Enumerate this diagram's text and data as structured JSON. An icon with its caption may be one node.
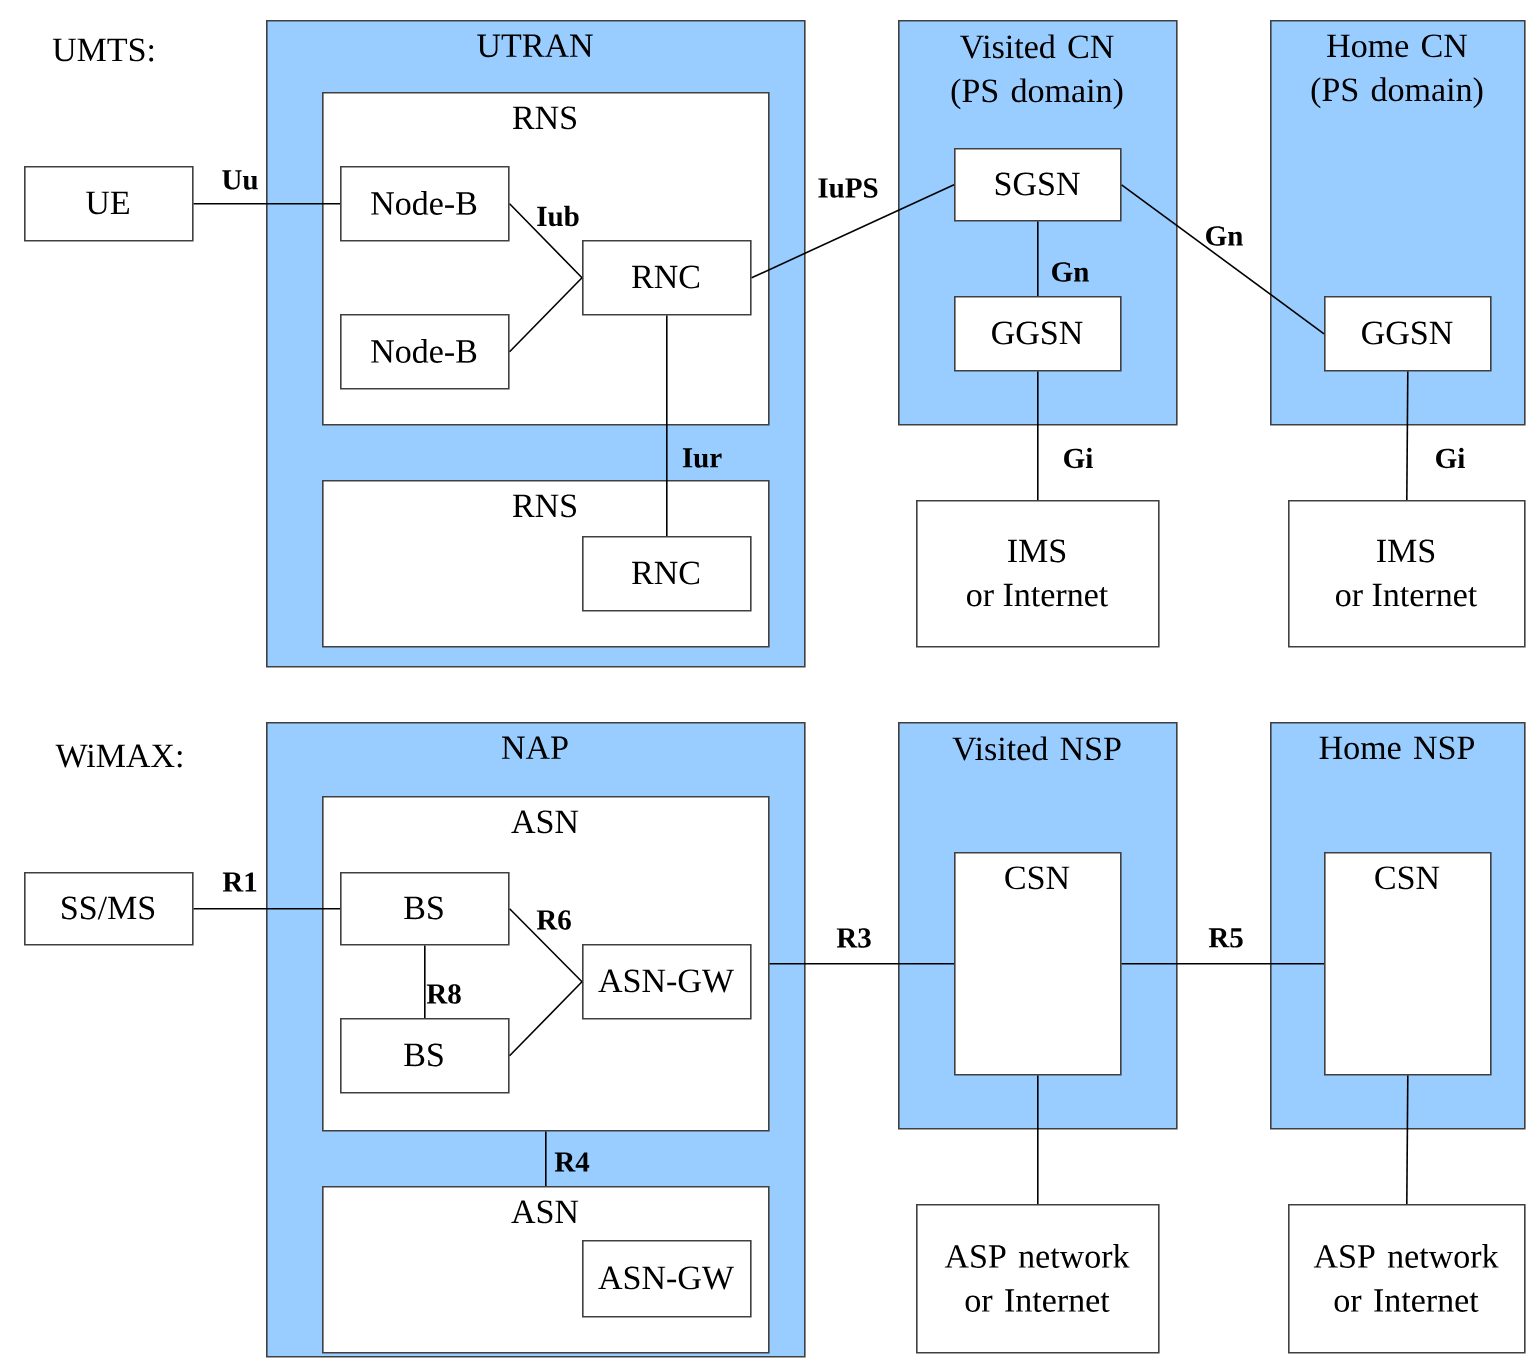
{
  "diagram": {
    "nodes": [
      {
        "text": [
          "UTRAN"
        ]
      },
      {
        "text": [
          "RNS"
        ],
        "in": 0
      },
      {
        "text": [
          "Node-B"
        ],
        "in": 1
      },
      {
        "text": [
          "Node-B"
        ],
        "in": 1
      },
      {
        "text": [
          "RNC"
        ],
        "in": 1
      },
      {
        "text": [
          "RNS"
        ],
        "in": 0
      },
      {
        "text": [
          "RNC"
        ],
        "in": 5
      },
      {
        "text": [
          "UE"
        ]
      },
      {
        "text": [
          "Visited CN (PS domain)"
        ]
      },
      {
        "text": [
          "SGSN"
        ],
        "in": 8
      },
      {
        "text": [
          "GGSN"
        ],
        "in": 8
      },
      {
        "text": [
          "Home CN (PS domain)"
        ]
      },
      {
        "text": [
          "GGSN"
        ],
        "in": 11
      },
      {
        "text": [
          "IMS or Internet"
        ]
      },
      {
        "text": [
          "IMS or Internet"
        ]
      },
      {
        "text": [
          "NAP"
        ]
      },
      {
        "text": [
          "ASN"
        ],
        "in": 15
      },
      {
        "text": [
          "BS"
        ],
        "in": 16
      },
      {
        "text": [
          "BS"
        ],
        "in": 16
      },
      {
        "text": [
          "ASN-GW"
        ],
        "in": 16
      },
      {
        "text": [
          "ASN"
        ],
        "in": 15
      },
      {
        "text": [
          "ASN-GW"
        ],
        "in": 20
      },
      {
        "text": [
          "SS/MS"
        ]
      },
      {
        "text": [
          "Visited NSP"
        ]
      },
      {
        "text": [
          "CSN"
        ],
        "in": 23
      },
      {
        "text": [
          "Home NSP"
        ]
      },
      {
        "text": [
          "CSN"
        ],
        "in": 25
      },
      {
        "text": [
          "ASP network or Internet"
        ]
      },
      {
        "text": [
          "ASP network or Internet"
        ]
      }
    ],
    "edges": [
      {
        "from": 7,
        "to": 2,
        "arrow": "none",
        "label": "Uu"
      },
      {
        "from": 2,
        "to": 4,
        "arrow": "none",
        "label": "Iub"
      },
      {
        "from": 3,
        "to": 4,
        "arrow": "none"
      },
      {
        "from": 4,
        "to": 9,
        "arrow": "none",
        "label": "IuPS"
      },
      {
        "from": 4,
        "to": 6,
        "arrow": "none",
        "label": "Iur"
      },
      {
        "from": 9,
        "to": 10,
        "arrow": "none",
        "label": "Gn"
      },
      {
        "from": 9,
        "to": 12,
        "arrow": "none",
        "label": "Gn"
      },
      {
        "from": 10,
        "to": 13,
        "arrow": "none",
        "label": "Gi"
      },
      {
        "from": 12,
        "to": 14,
        "arrow": "none",
        "label": "Gi"
      },
      {
        "from": 22,
        "to": 17,
        "arrow": "none",
        "label": "R1"
      },
      {
        "from": 17,
        "to": 19,
        "arrow": "none",
        "label": "R6"
      },
      {
        "from": 18,
        "to": 19,
        "arrow": "none"
      },
      {
        "from": 17,
        "to": 18,
        "arrow": "none",
        "label": "R8"
      },
      {
        "from": 16,
        "to": 20,
        "arrow": "none",
        "label": "R4"
      },
      {
        "from": 16,
        "to": 24,
        "arrow": "none",
        "label": "R3"
      },
      {
        "from": 24,
        "to": 26,
        "arrow": "none",
        "label": "R5"
      },
      {
        "from": 24,
        "to": 27,
        "arrow": "none"
      },
      {
        "from": 26,
        "to": 28,
        "arrow": "none"
      }
    ],
    "labels": [
      "UMTS:",
      "WiMAX:"
    ]
  }
}
